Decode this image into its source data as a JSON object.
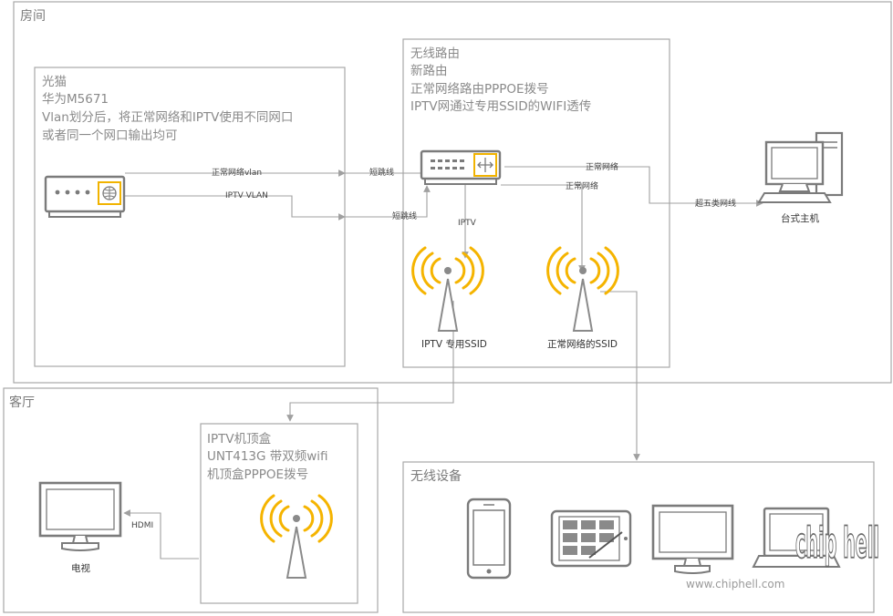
{
  "zones": {
    "room": {
      "title": "房间"
    },
    "modem": {
      "lines": [
        "光猫",
        "华为M5671",
        "Vlan划分后，将正常网络和IPTV使用不同网口",
        "或者同一个网口输出均可"
      ]
    },
    "router": {
      "lines": [
        "无线路由",
        "新路由",
        "正常网络路由PPPOE拨号",
        "IPTV网通过专用SSID的WIFI透传"
      ]
    },
    "living": {
      "title": "客厅"
    },
    "stb": {
      "lines": [
        "IPTV机顶盒",
        "UNT413G 带双频wifi",
        "机顶盒PPPOE拨号"
      ]
    },
    "wireless": {
      "title": "无线设备"
    }
  },
  "edges": {
    "normal_vlan": "正常网络vlan",
    "short_jump_1": "短跳线",
    "iptv_vlan": "IPTV VLAN",
    "short_jump_2": "短跳线",
    "normal_net_1": "正常网络",
    "normal_net_2": "正常网络",
    "super5": "超五类网线",
    "iptv": "IPTV",
    "hdmi": "HDMI"
  },
  "devices": {
    "desktop": "台式主机",
    "ssid_iptv": "IPTV 专用SSID",
    "ssid_normal": "正常网络的SSID",
    "tv": "电视"
  },
  "watermark": {
    "url": "www.chiphell.com",
    "logo": "chip hell"
  },
  "colors": {
    "accent": "#f5b400",
    "border": "#a8a8a8",
    "icon": "#7b7b7b"
  }
}
